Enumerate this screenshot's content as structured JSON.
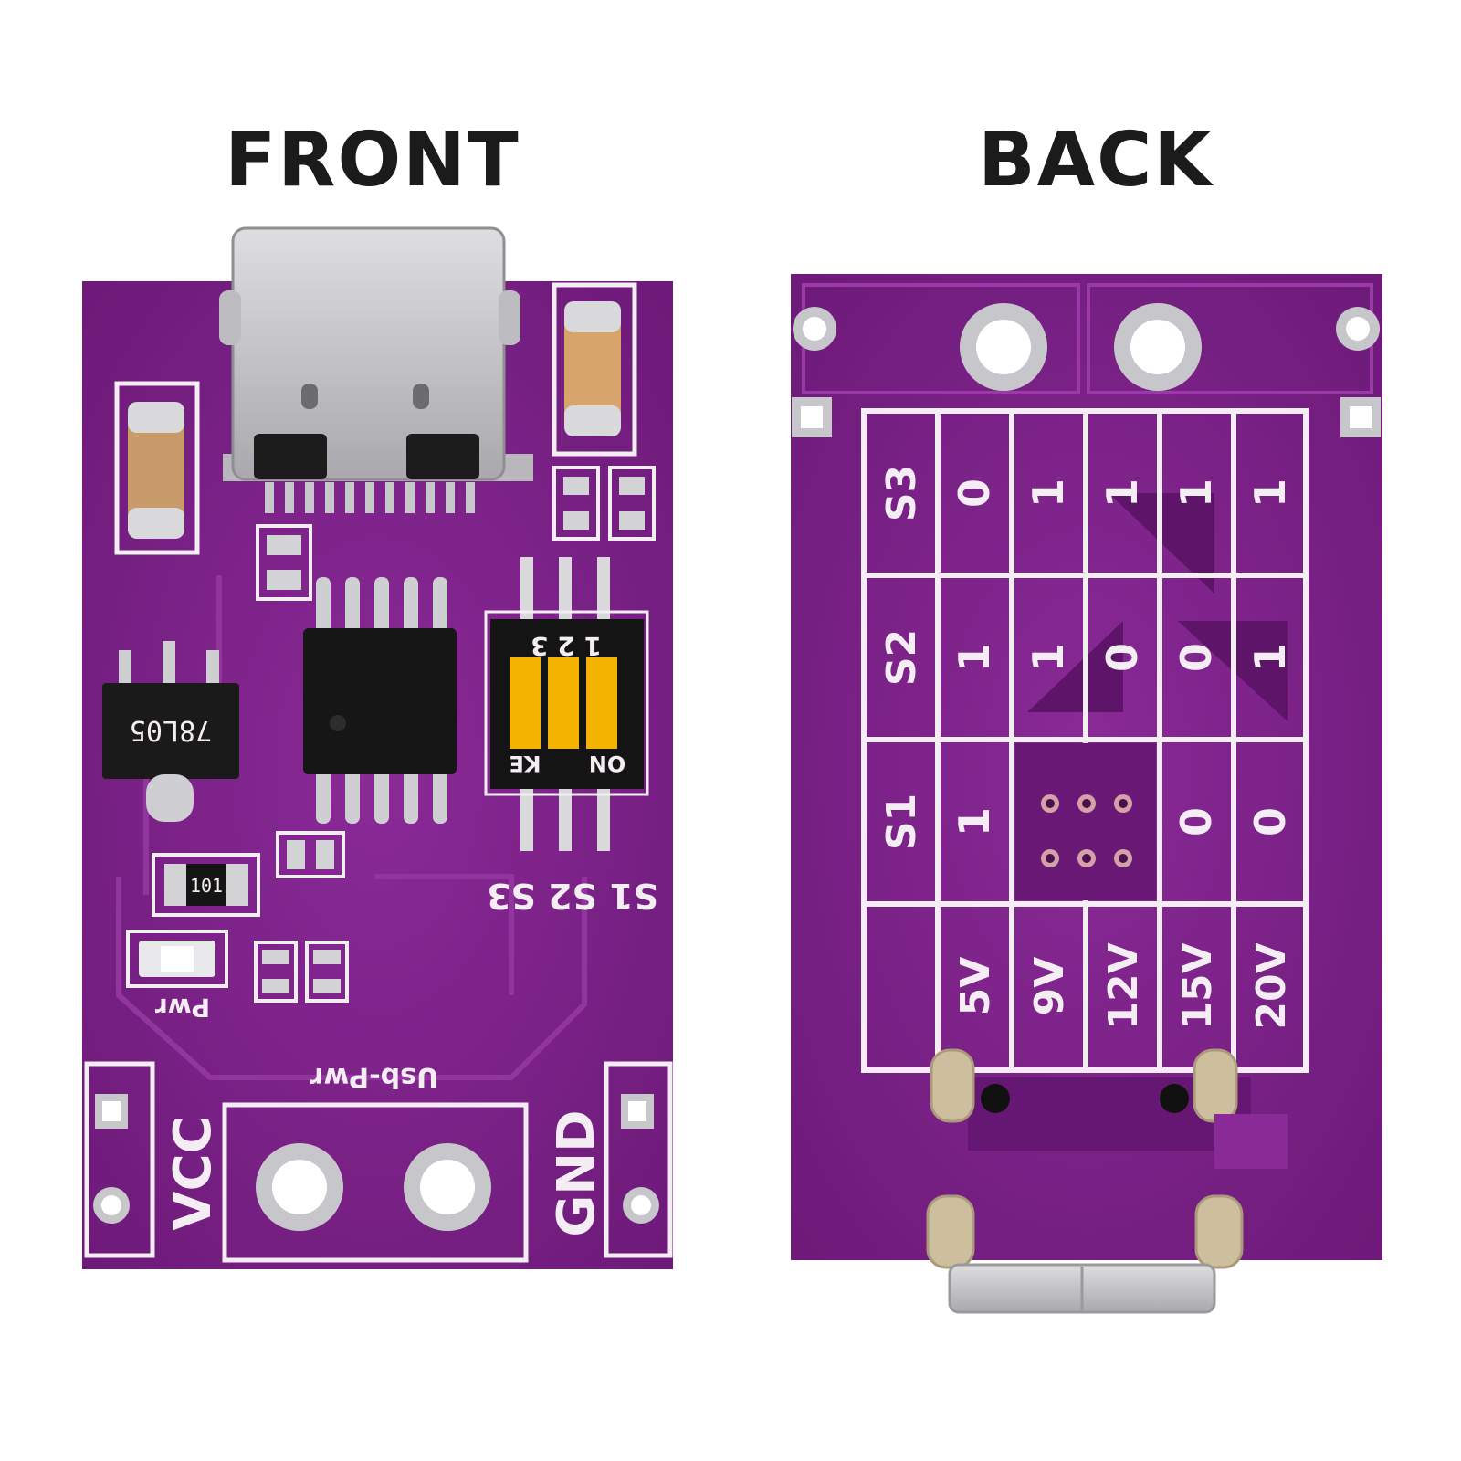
{
  "headings": {
    "front": "FRONT",
    "back": "BACK"
  },
  "colors": {
    "pcb": "#7b1f87",
    "pcb_dark": "#5e1569",
    "silkscreen": "#f4eef4",
    "pad_silver": "#c9c9cc",
    "dip_orange": "#f2b400"
  },
  "front": {
    "regulator_marking": "78L05",
    "resistor_marking": "101",
    "dip_numbers": "1 2 3",
    "dip_on_label": "ON",
    "dip_ke_label": "KE",
    "switch_labels": "S1 S2 S3",
    "led_label": "Pwr",
    "usb_label": "Usb-Pwr",
    "vcc_label": "VCC",
    "gnd_label": "GND"
  },
  "back": {
    "rows": [
      "S3",
      "S2",
      "S1"
    ],
    "voltages": [
      "5V",
      "9V",
      "12V",
      "15V",
      "20V"
    ],
    "table": [
      [
        "0",
        "1",
        "1",
        "1",
        "1"
      ],
      [
        "1",
        "1",
        "0",
        "0",
        "1"
      ],
      [
        "1",
        "",
        "",
        "0",
        "0"
      ]
    ]
  }
}
